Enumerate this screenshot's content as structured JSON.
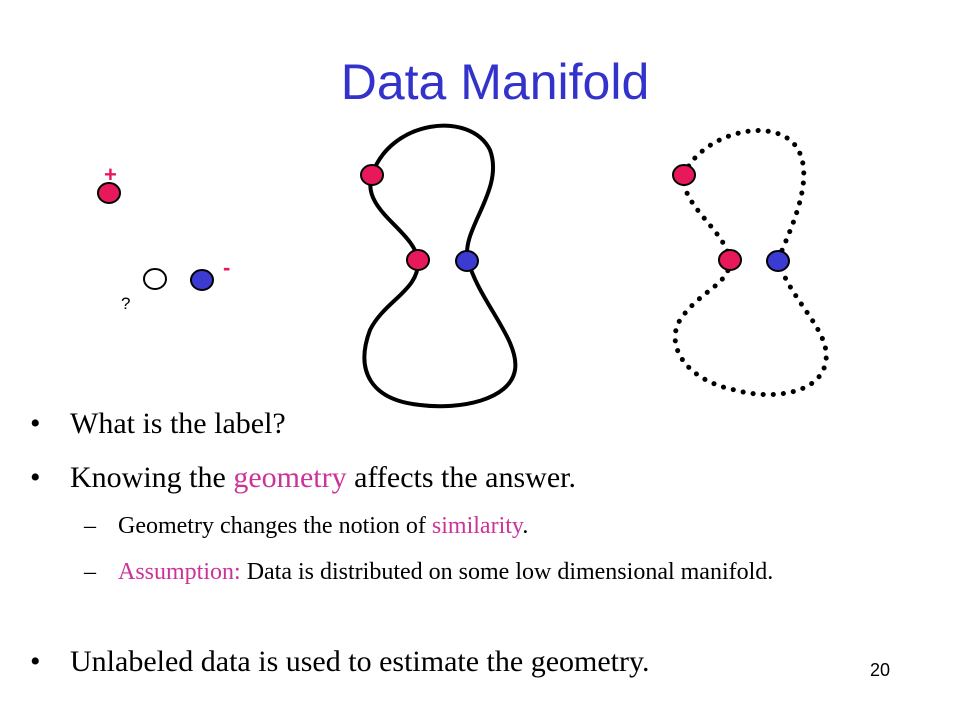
{
  "slide": {
    "title": "Data Manifold",
    "page_number": "20",
    "colors": {
      "title": "#3333cc",
      "accent": "#cc3399",
      "positive": "#e8195a",
      "negative": "#3b3bd1"
    }
  },
  "figure": {
    "plus_label": "+",
    "minus_label": "-",
    "unknown_label": "?"
  },
  "bullets": {
    "b1": "What is the label?",
    "b2_pre": "Knowing the ",
    "b2_accent": "geometry",
    "b2_post": " affects the answer.",
    "sub1_pre": "Geometry changes the notion of ",
    "sub1_accent": "similarity",
    "sub1_post": ".",
    "sub2_accent": "Assumption:",
    "sub2_post": " Data is distributed on some low dimensional manifold.",
    "b3": "Unlabeled data is used to estimate the geometry."
  }
}
